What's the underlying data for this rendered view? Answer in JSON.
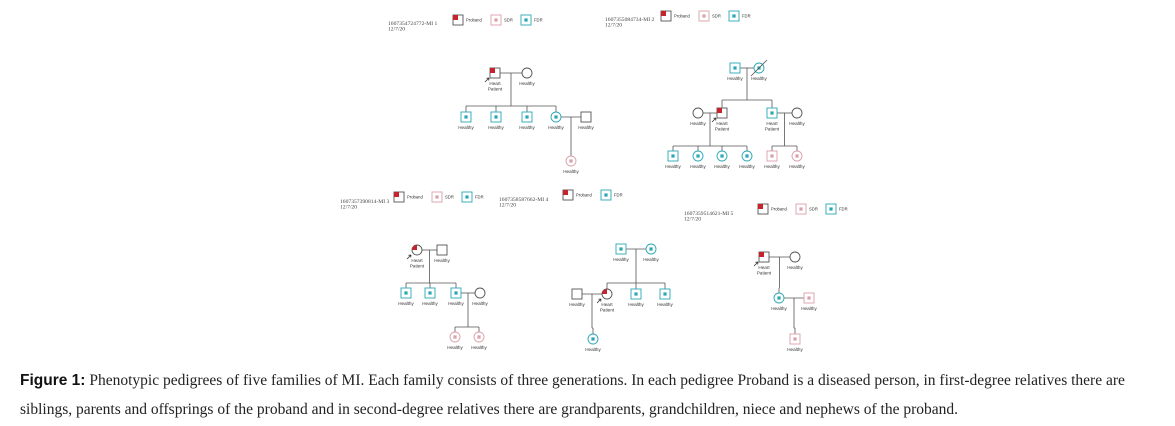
{
  "colors": {
    "proband": "#c8232c",
    "fdr": "#2aa7b5",
    "sdr": "#d9a0a8",
    "line": "#555555"
  },
  "legend": {
    "proband": "Proband",
    "sdr": "SDR",
    "fdr": "FDR"
  },
  "labels": {
    "heart": [
      "Heart",
      "Patient"
    ],
    "healthy": "Healthy"
  },
  "families": [
    {
      "id": "1607354724772-MI 1",
      "date": "12/7/20",
      "legend": [
        "proband",
        "sdr",
        "fdr"
      ],
      "members": [
        {
          "sex": "m",
          "status": "proband",
          "label": "heart"
        },
        {
          "sex": "f",
          "status": "plain",
          "label": "healthy"
        },
        {
          "sex": "m",
          "status": "fdr",
          "label": "healthy"
        },
        {
          "sex": "m",
          "status": "fdr",
          "label": "healthy"
        },
        {
          "sex": "m",
          "status": "fdr",
          "label": "healthy"
        },
        {
          "sex": "f",
          "status": "fdr",
          "label": "healthy"
        },
        {
          "sex": "m",
          "status": "plain",
          "label": "healthy"
        },
        {
          "sex": "f",
          "status": "sdr",
          "label": "healthy"
        }
      ]
    },
    {
      "id": "1607355084734-MI 2",
      "date": "12/7/20",
      "legend": [
        "proband",
        "sdr",
        "fdr"
      ],
      "members": [
        {
          "sex": "m",
          "status": "fdr",
          "label": "healthy"
        },
        {
          "sex": "f",
          "status": "fdr",
          "label": "healthy",
          "deceased": true
        },
        {
          "sex": "f",
          "status": "plain",
          "label": "healthy"
        },
        {
          "sex": "m",
          "status": "proband",
          "label": "heart"
        },
        {
          "sex": "m",
          "status": "fdr",
          "label": "heart"
        },
        {
          "sex": "f",
          "status": "plain",
          "label": "healthy"
        },
        {
          "sex": "m",
          "status": "fdr",
          "label": "healthy"
        },
        {
          "sex": "f",
          "status": "fdr",
          "label": "healthy"
        },
        {
          "sex": "f",
          "status": "fdr",
          "label": "healthy"
        },
        {
          "sex": "f",
          "status": "fdr",
          "label": "healthy"
        },
        {
          "sex": "m",
          "status": "sdr",
          "label": "healthy"
        },
        {
          "sex": "f",
          "status": "sdr",
          "label": "healthy"
        }
      ]
    },
    {
      "id": "1607357390814-MI 3",
      "date": "12/7/20",
      "legend": [
        "proband",
        "sdr",
        "fdr"
      ],
      "members": [
        {
          "sex": "f",
          "status": "proband",
          "label": "heart"
        },
        {
          "sex": "m",
          "status": "plain",
          "label": "healthy"
        },
        {
          "sex": "m",
          "status": "fdr",
          "label": "healthy"
        },
        {
          "sex": "m",
          "status": "fdr",
          "label": "healthy"
        },
        {
          "sex": "m",
          "status": "fdr",
          "label": "healthy"
        },
        {
          "sex": "f",
          "status": "plain",
          "label": "healthy"
        },
        {
          "sex": "f",
          "status": "sdr",
          "label": "healthy"
        },
        {
          "sex": "f",
          "status": "sdr",
          "label": "healthy"
        }
      ]
    },
    {
      "id": "1607358587662-MI 4",
      "date": "12/7/20",
      "legend": [
        "proband",
        "fdr"
      ],
      "members": [
        {
          "sex": "m",
          "status": "fdr",
          "label": "healthy"
        },
        {
          "sex": "f",
          "status": "fdr",
          "label": "healthy"
        },
        {
          "sex": "m",
          "status": "plain",
          "label": "healthy"
        },
        {
          "sex": "f",
          "status": "proband",
          "label": "heart"
        },
        {
          "sex": "m",
          "status": "fdr",
          "label": "healthy"
        },
        {
          "sex": "m",
          "status": "fdr",
          "label": "healthy"
        },
        {
          "sex": "f",
          "status": "fdr",
          "label": "healthy"
        }
      ]
    },
    {
      "id": "1607359514621-MI 5",
      "date": "12/7/20",
      "legend": [
        "proband",
        "sdr",
        "fdr"
      ],
      "members": [
        {
          "sex": "m",
          "status": "proband",
          "label": "heart"
        },
        {
          "sex": "f",
          "status": "plain",
          "label": "healthy"
        },
        {
          "sex": "f",
          "status": "fdr",
          "label": "healthy"
        },
        {
          "sex": "m",
          "status": "sdr",
          "label": "healthy"
        },
        {
          "sex": "m",
          "status": "sdr",
          "label": "healthy"
        }
      ]
    }
  ],
  "caption": {
    "label": "Figure 1:",
    "text": " Phenotypic pedigrees of five families of MI. Each family consists of three generations. In each pedigree Proband is a diseased person, in first-degree relatives there are siblings, parents and offsprings of the proband and in second-degree relatives there are grandparents, grandchildren, niece and nephews of the proband."
  }
}
